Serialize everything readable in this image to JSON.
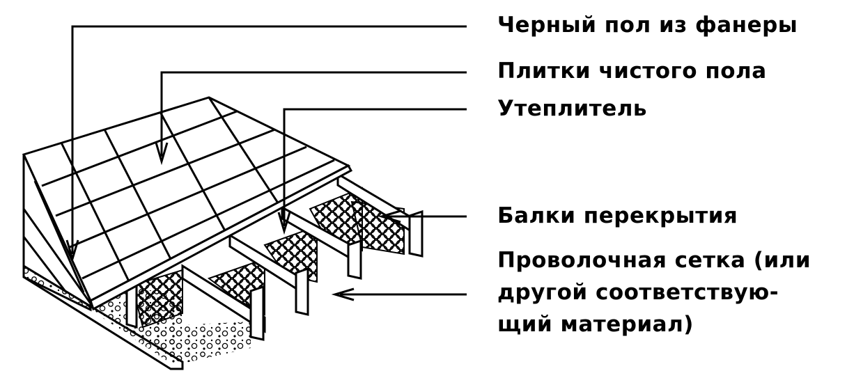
{
  "labels": {
    "subfloor": "Черный пол из фанеры",
    "tiles": "Плитки чистого пола",
    "insulation": "Утеплитель",
    "joists": "Балки перекрытия",
    "mesh_line1": "Проволочная сетка (или",
    "mesh_line2": "другой соответствую-",
    "mesh_line3": "щий материал)"
  },
  "colors": {
    "ink": "#000000",
    "paper": "#ffffff"
  }
}
